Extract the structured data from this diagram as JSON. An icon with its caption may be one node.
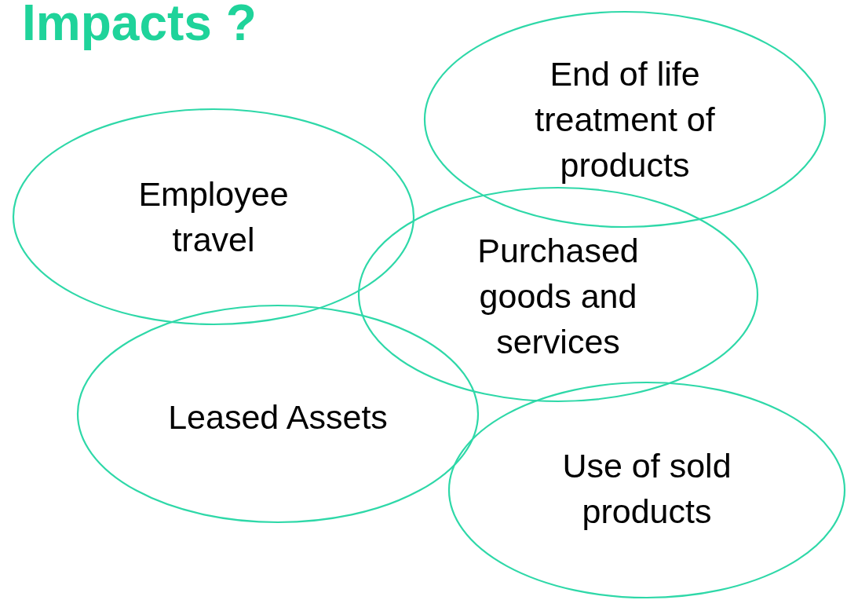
{
  "diagram": {
    "title": "Impacts ?",
    "nodes": [
      {
        "text": [
          "End of life treatment of products"
        ]
      },
      {
        "text": [
          "Employee travel"
        ]
      },
      {
        "text": [
          "Purchased goods and services"
        ]
      },
      {
        "text": [
          "Leased Assets"
        ]
      },
      {
        "text": [
          "Use of sold products"
        ]
      }
    ]
  }
}
